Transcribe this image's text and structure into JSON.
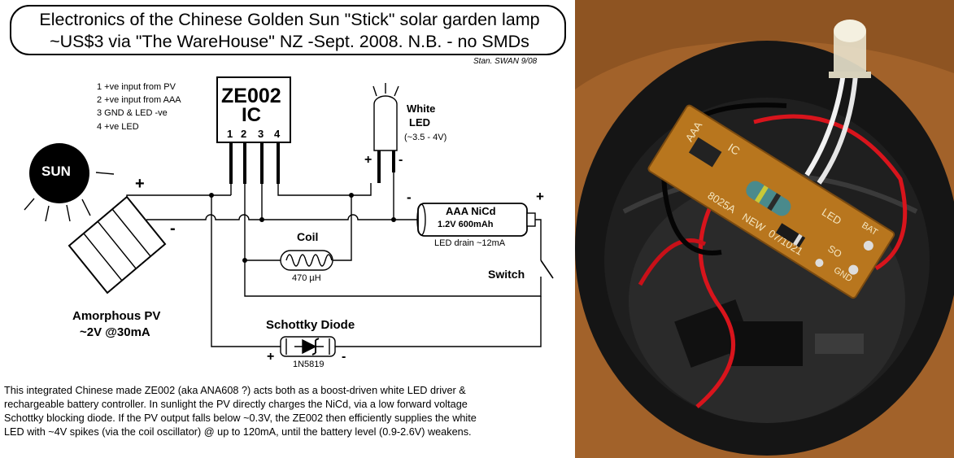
{
  "title": {
    "line1": "Electronics of the Chinese Golden Sun \"Stick\" solar garden lamp",
    "line2": "~US$3 via \"The WareHouse\" NZ -Sept. 2008.  N.B. - no SMDs"
  },
  "signature": "Stan. SWAN  9/08",
  "ic": {
    "name": "ZE002",
    "sub": "IC",
    "pins": [
      "1",
      "2",
      "3",
      "4"
    ],
    "pin_notes": [
      "1  +ve input from PV",
      "2  +ve input from AAA",
      "3  GND & LED -ve",
      "4  +ve LED"
    ]
  },
  "sun_label": "SUN",
  "pv": {
    "plus": "+",
    "minus": "-",
    "label1": "Amorphous PV",
    "label2": "~2V @30mA"
  },
  "led": {
    "label1": "White",
    "label2": "LED",
    "spec": "(~3.5 - 4V)",
    "plus": "+",
    "minus": "-"
  },
  "battery": {
    "minus": "-",
    "plus": "+",
    "label1": "AAA NiCd",
    "label2": "1.2V 600mAh",
    "drain": "LED drain ~12mA"
  },
  "coil": {
    "label": "Coil",
    "value": "470 µH"
  },
  "switch_label": "Switch",
  "diode": {
    "label": "Schottky Diode",
    "part": "1N5819",
    "plus": "+",
    "minus": "-"
  },
  "description": [
    "This integrated Chinese made ZE002 (aka ANA608 ?) acts both as a boost-driven white LED driver &",
    "rechargeable battery controller. In sunlight the PV directly charges the NiCd, via a low forward voltage",
    "Schottky blocking diode. If the PV output falls below ~0.3V, the ZE002 then efficiently supplies the white",
    "LED  with ~4V spikes (via the coil oscillator) @ up to 120mA, until the battery level (0.9-2.6V) weakens."
  ],
  "pcb": {
    "labels": [
      "AAA",
      "IC",
      "8025A",
      "NEW",
      "07/1021",
      "LED",
      "SO",
      "GND",
      "BAT"
    ]
  },
  "colors": {
    "pcb": "#b8761e",
    "housing": "#141414",
    "red_wire": "#d8141c",
    "led_lens": "#e8e2cc"
  }
}
